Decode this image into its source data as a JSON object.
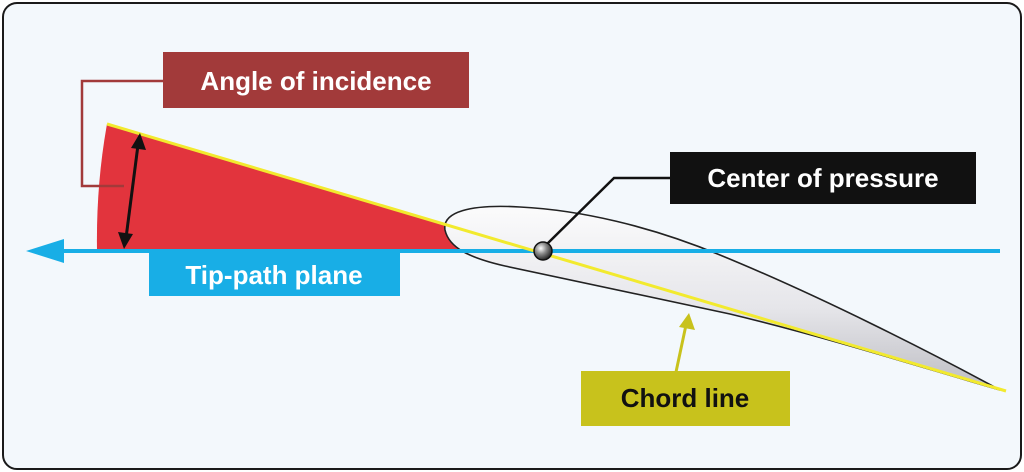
{
  "labels": {
    "angle_of_incidence": "Angle of incidence",
    "center_of_pressure": "Center of pressure",
    "tip_path_plane": "Tip-path plane",
    "chord_line": "Chord line"
  },
  "colors": {
    "background": "#f3f8fc",
    "frame": "#1a1a1a",
    "tip_path_plane": "#18aee6",
    "chord_line": "#f2ea2e",
    "chord_label_bg": "#c8c21c",
    "angle_fill": "#e2343d",
    "angle_label_bg": "#a23a3a",
    "center_label_bg": "#111111",
    "airfoil_fill": "#e9e9ec",
    "airfoil_stroke": "#222222"
  }
}
